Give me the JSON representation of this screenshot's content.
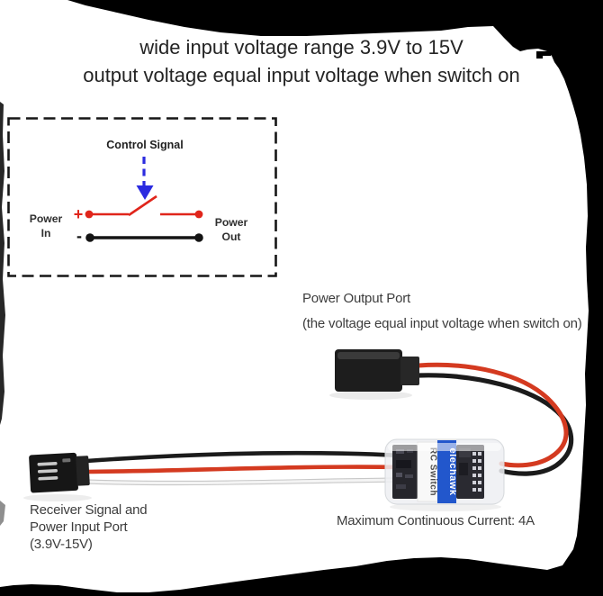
{
  "header": {
    "title_line1": "wide input voltage range 3.9V to 15V",
    "title_line2": "output voltage equal input voltage when switch on"
  },
  "circuit_diagram": {
    "control_signal": "Control Signal",
    "power_in": [
      "Power",
      "In"
    ],
    "power_out": [
      "Power",
      "Out"
    ],
    "plus_sign": "+",
    "minus_sign": "-",
    "colors": {
      "wire_red": "#e0251b",
      "wire_black": "#141414",
      "signal_arrow_blue": "#2b2be0"
    }
  },
  "product_photo": {
    "output_port_label": "Power Output Port",
    "output_port_note": "(the voltage equal input voltage when switch on)",
    "input_port_label": [
      "Receiver Signal and",
      "Power Input Port",
      "(3.9V-15V)"
    ],
    "max_current": "Maximum Continuous Current: 4A",
    "module": {
      "brand": "elechawk",
      "name": "RC Switch",
      "brand_band_color": "#2257cc"
    },
    "wire_colors": {
      "power_red": "#d43a20",
      "ground_black": "#1b1b1b",
      "signal_white": "#f4f4f4"
    }
  }
}
